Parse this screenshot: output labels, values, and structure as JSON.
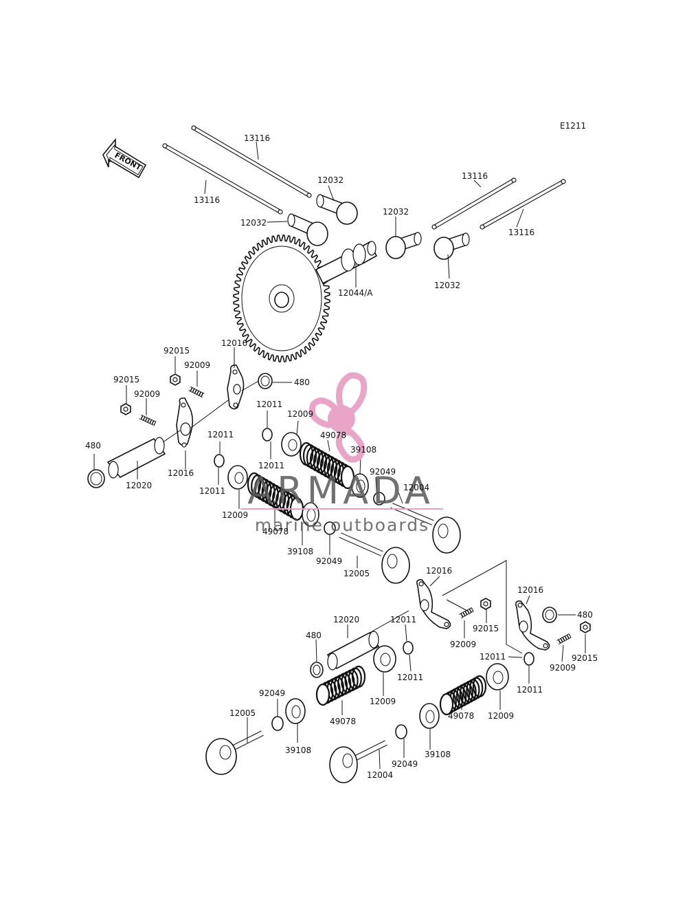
{
  "diagram_code": "E1211",
  "front_label": "FRONT",
  "watermark": {
    "brand": "ARMADA",
    "tagline": "marine outboards",
    "accent_color": "#e8a1c4",
    "text_color": "#595959"
  },
  "labels": {
    "l1": "13116",
    "l2": "13116",
    "l3": "13116",
    "l4": "13116",
    "l5": "12032",
    "l6": "12032",
    "l7": "12032",
    "l8": "12032",
    "l9": "12044/A",
    "l10": "92015",
    "l11": "92009",
    "l12": "12016",
    "l13": "480",
    "l14": "92015",
    "l15": "92009",
    "l16": "12011",
    "l17": "12009",
    "l18": "12011",
    "l19": "49078",
    "l20": "39108",
    "l21": "480",
    "l22": "12011",
    "l23": "92049",
    "l24": "12016",
    "l25": "12020",
    "l26": "12011",
    "l27": "12004",
    "l28": "12009",
    "l29": "49078",
    "l30": "39108",
    "l31": "92049",
    "l32": "12005",
    "l33": "12016",
    "l34": "12016",
    "l35": "480",
    "l36": "12020",
    "l37": "12011",
    "l38": "92015",
    "l39": "480",
    "l40": "92009",
    "l41": "12011",
    "l42": "92015",
    "l43": "12011",
    "l44": "92009",
    "l45": "12011",
    "l46": "92049",
    "l47": "12009",
    "l48": "12009",
    "l49": "12005",
    "l50": "49078",
    "l51": "39108",
    "l52": "49078",
    "l53": "92049",
    "l54": "39108",
    "l55": "12004"
  }
}
